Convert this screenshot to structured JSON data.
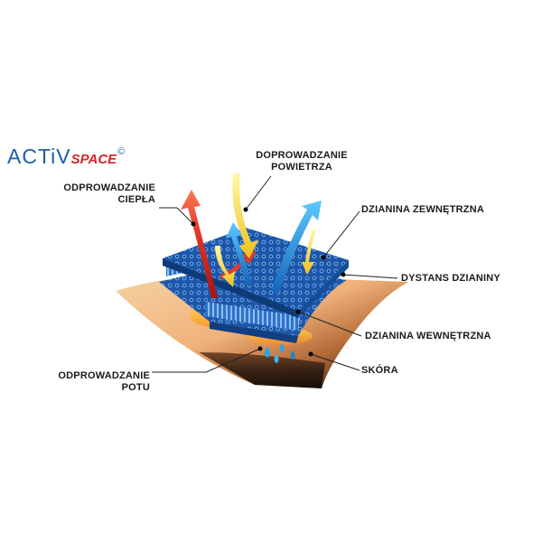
{
  "brand": {
    "part1": "ACTiV",
    "part2": "SPACE",
    "mark": "©"
  },
  "colors": {
    "outer_fabric": "#1f63b8",
    "spacer": "#3e7fd0",
    "skin_light": "#f2c08c",
    "skin_dark": "#1a120c",
    "heat_arrow": "#e0362b",
    "air_arrow": "#f5d530",
    "sweat_arrow": "#2aa6e8",
    "brand_blue": "#1d5fa8",
    "brand_red": "#d3262b"
  },
  "labels": {
    "air_supply": [
      "DOPROWADZANIE",
      "POWIETRZA"
    ],
    "heat_removal": [
      "ODPROWADZANIE",
      "CIEPŁA"
    ],
    "outer_knit": "DZIANINA ZEWNĘTRZNA",
    "spacer_knit": "DYSTANS DZIANINY",
    "inner_knit": "DZIANINA WEWNĘTRZNA",
    "sweat_removal": [
      "ODPROWADZANIE",
      "POTU"
    ],
    "skin": "SKÓRA"
  },
  "icons": [
    "heat-arrow-icon",
    "air-arrow-icon",
    "sweat-arrow-icon",
    "sweat-drop-icon"
  ]
}
